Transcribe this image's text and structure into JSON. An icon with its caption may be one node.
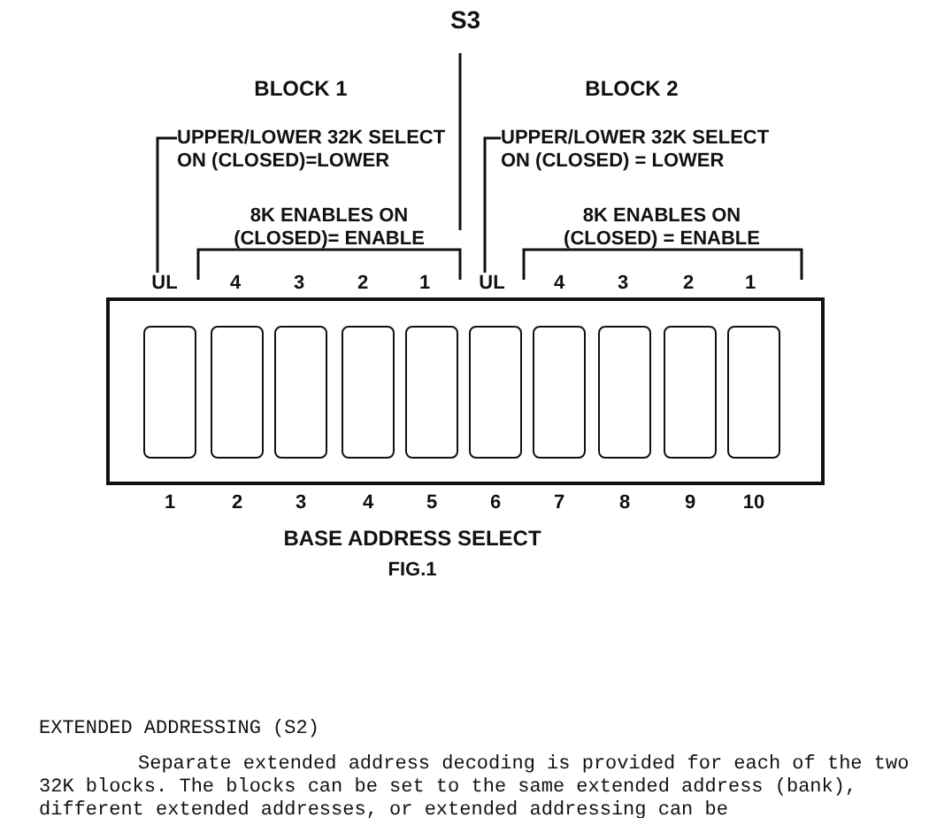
{
  "diagram": {
    "title": "S3",
    "caption": "FIG.1",
    "nodes": [
      {
        "text": [
          "UPPER/LOWER 32K SELECT ON (CLOSED)=LOWER"
        ]
      },
      {
        "text": [
          "UPPER/LOWER 32K SELECT ON (CLOSED) = LOWER"
        ]
      },
      {
        "text": [
          "UL"
        ]
      },
      {
        "text": [
          "UL"
        ]
      },
      {
        "text": [],
        "shape": "box"
      },
      {
        "text": [],
        "shape": "box",
        "in": 4
      },
      {
        "text": [],
        "shape": "box",
        "in": 4
      },
      {
        "text": [],
        "shape": "box",
        "in": 4
      },
      {
        "text": [],
        "shape": "box",
        "in": 4
      },
      {
        "text": [],
        "shape": "box",
        "in": 4
      },
      {
        "text": [],
        "shape": "box",
        "in": 4
      },
      {
        "text": [],
        "shape": "box",
        "in": 4
      },
      {
        "text": [],
        "shape": "box",
        "in": 4
      },
      {
        "text": [],
        "shape": "box",
        "in": 4
      },
      {
        "text": [],
        "shape": "box",
        "in": 4
      }
    ],
    "edges": [
      {
        "from": 0,
        "to": 2,
        "arrow": "none"
      },
      {
        "from": 1,
        "to": 3,
        "arrow": "none"
      }
    ],
    "labels": [
      "BLOCK 1",
      "BLOCK 2",
      "8K ENABLES ON (CLOSED)= ENABLE",
      "8K ENABLES ON (CLOSED) = ENABLE",
      "4",
      "3",
      "2",
      "1",
      "4",
      "3",
      "2",
      "1",
      "1",
      "2",
      "3",
      "4",
      "5",
      "6",
      "7",
      "8",
      "9",
      "10",
      "BASE ADDRESS SELECT",
      "EXTENDED ADDRESSING (S2)",
      "Separate extended address decoding is provided for each of the two 32K blocks. The blocks can be set to the same extended address (bank), different extended addresses, or extended addressing can be"
    ]
  }
}
